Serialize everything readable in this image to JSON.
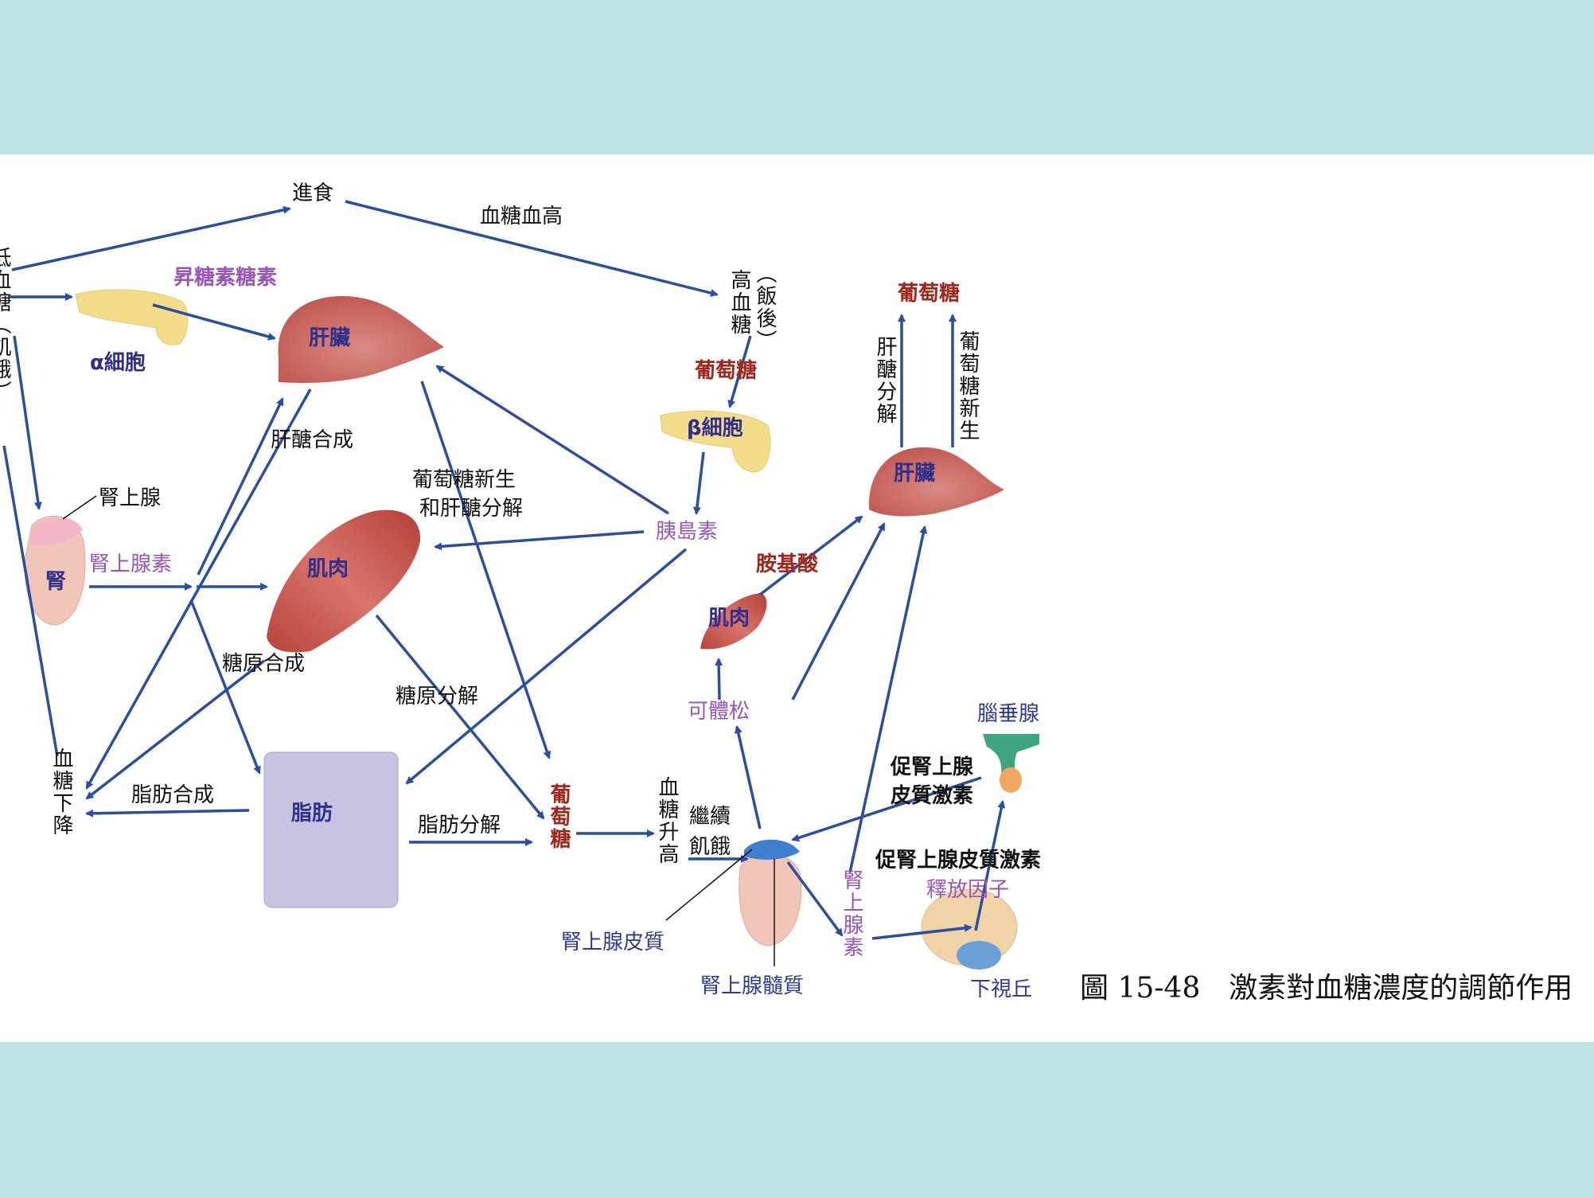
{
  "colors": {
    "band": "#bde3e3",
    "arrow": "#2a4ea0",
    "hormone": "#9a55b8",
    "organ_label": "#2e2f8c",
    "glucose": "#a3261d"
  },
  "labels": {
    "low_blood_sugar": "低血糖（飢餓）",
    "eating": "進食",
    "blood_sugar_rise_top": "血糖血高",
    "high_blood_sugar": "高血糖",
    "after_meal": "（飯後）",
    "glucagon": "昇糖素糖素",
    "alpha_cell": "α細胞",
    "liver_1": "肝臟",
    "glycogen_synthesis_liver": "肝醣合成",
    "gluconeogenesis_line1": "葡萄糖新生",
    "gluconeogenesis_line2": "和肝醣分解",
    "adrenal_gland": "腎上腺",
    "kidney": "腎",
    "epinephrine": "腎上腺素",
    "muscle_1": "肌肉",
    "glycogen_synthesis": "糖原合成",
    "glycogen_breakdown": "糖原分解",
    "blood_sugar_fall": "血糖下降",
    "fat_synthesis": "脂肪合成",
    "fat": "脂肪",
    "fat_breakdown": "脂肪分解",
    "glucose_center": "葡萄糖",
    "blood_sugar_up": "血糖升高",
    "continued": "繼續",
    "hunger": "飢餓",
    "adrenal_cortex": "腎上腺皮質",
    "adrenal_medulla": "腎上腺髓質",
    "cortisol": "可體松",
    "muscle_2": "肌肉",
    "amino_acid": "胺基酸",
    "insulin": "胰島素",
    "beta_cell": "β細胞",
    "glucose_beta": "葡萄糖",
    "glucose_top_right": "葡萄糖",
    "glycogenolysis": "肝醣分解",
    "gluconeogenesis_v": "葡萄糖新生",
    "liver_2": "肝臟",
    "pituitary": "腦垂腺",
    "acth_line1": "促腎上腺",
    "acth_line2": "皮質激素",
    "crh_line1": "促腎上腺皮質激素",
    "crh_line2": "釋放因子",
    "epinephrine_v": "腎上腺素",
    "hypothalamus": "下視丘"
  },
  "caption": "圖 15-48　激素對血糖濃度的調節作用"
}
